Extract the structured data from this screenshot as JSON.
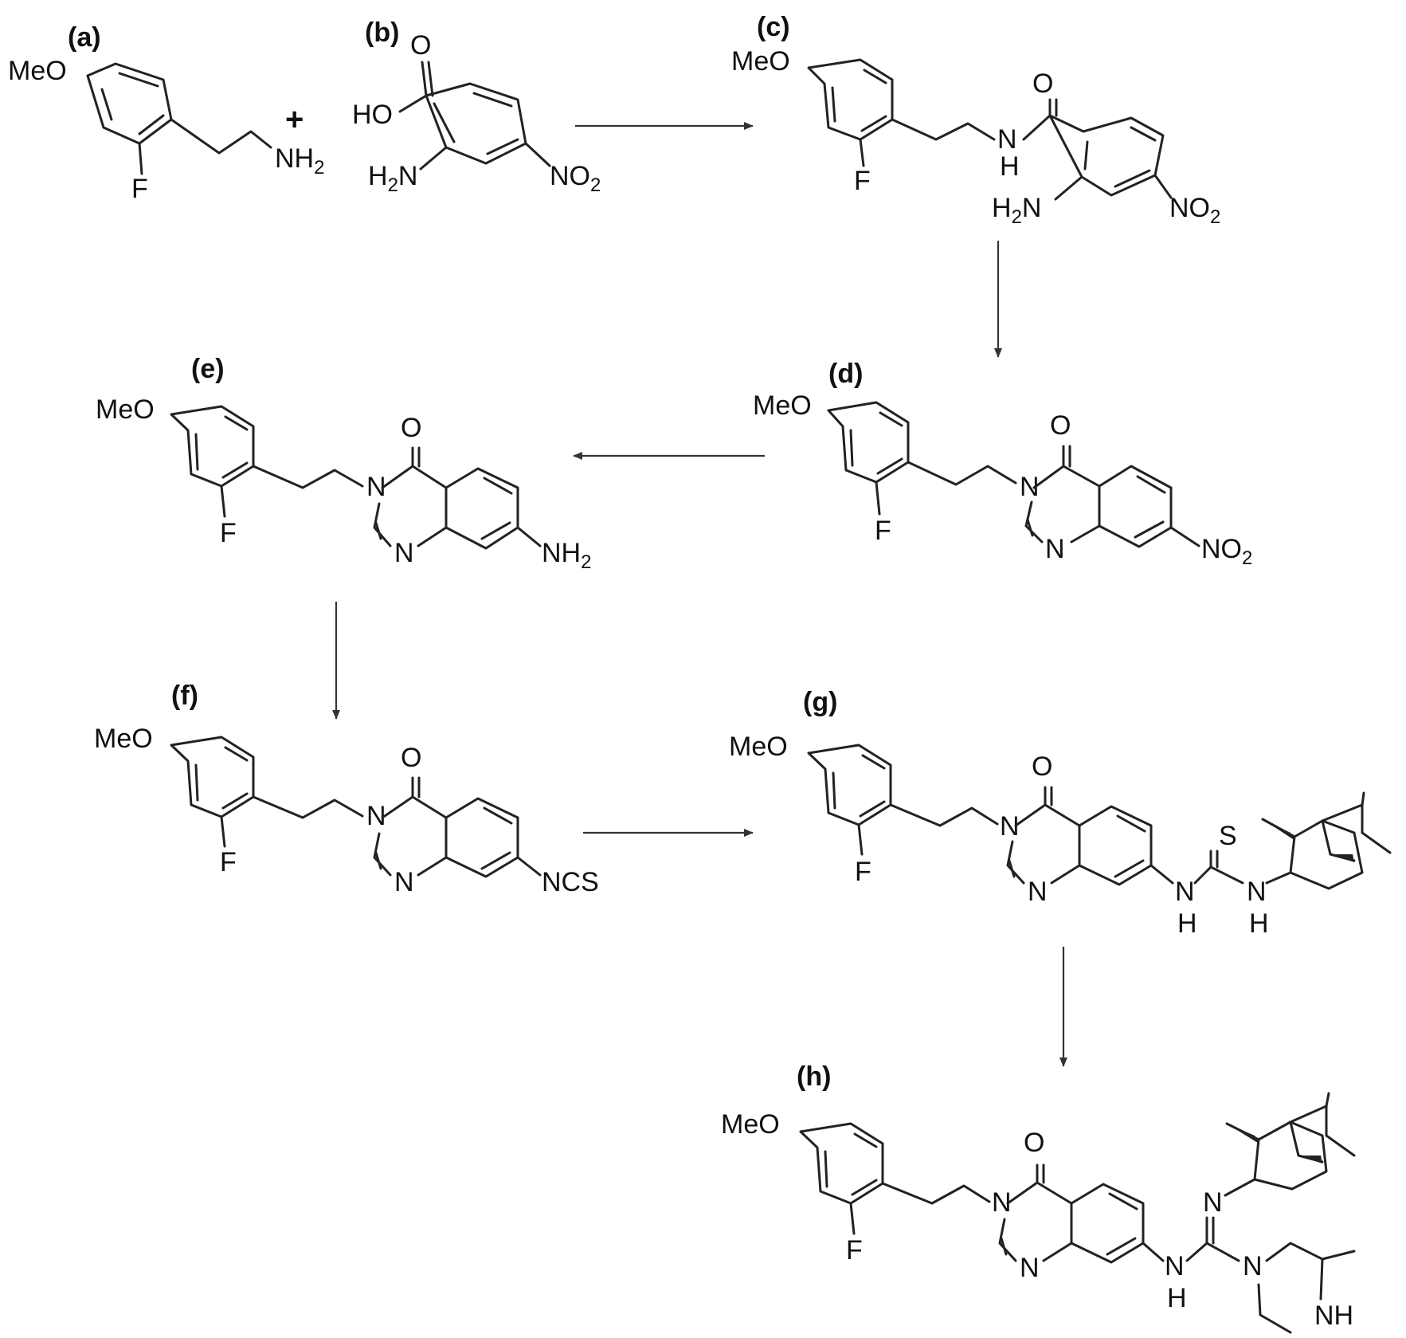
{
  "compounds": {
    "a": {
      "label": "(a)",
      "atoms": {
        "meo": "MeO",
        "f": "F",
        "amine": "NH",
        "amine_sub": "2"
      }
    },
    "b": {
      "label": "(b)",
      "atoms": {
        "ho": "HO",
        "o": "O",
        "h2n_h": "H",
        "h2n_sub": "2",
        "h2n_n": "N",
        "no2": "NO",
        "no2_sub": "2"
      }
    },
    "c": {
      "label": "(c)",
      "atoms": {
        "meo": "MeO",
        "f": "F",
        "n": "N",
        "h": "H",
        "o": "O",
        "h2n_h": "H",
        "h2n_sub": "2",
        "h2n_n": "N",
        "no2": "NO",
        "no2_sub": "2"
      }
    },
    "d": {
      "label": "(d)",
      "atoms": {
        "meo": "MeO",
        "f": "F",
        "n3": "N",
        "n1": "N",
        "o": "O",
        "no2": "NO",
        "no2_sub": "2"
      }
    },
    "e": {
      "label": "(e)",
      "atoms": {
        "meo": "MeO",
        "f": "F",
        "n3": "N",
        "n1": "N",
        "o": "O",
        "nh2": "NH",
        "nh2_sub": "2"
      }
    },
    "f": {
      "label": "(f)",
      "atoms": {
        "meo": "MeO",
        "f": "F",
        "n3": "N",
        "n1": "N",
        "o": "O",
        "ncs": "NCS"
      }
    },
    "g": {
      "label": "(g)",
      "atoms": {
        "meo": "MeO",
        "f": "F",
        "n3": "N",
        "n1": "N",
        "o": "O",
        "s": "S",
        "nh_a_n": "N",
        "nh_a_h": "H",
        "nh_b_n": "N",
        "nh_b_h": "H"
      }
    },
    "h": {
      "label": "(h)",
      "atoms": {
        "meo": "MeO",
        "f": "F",
        "n3": "N",
        "n1": "N",
        "o": "O",
        "imine_n": "N",
        "nh_n": "N",
        "nh_h": "H",
        "pip_n": "N",
        "pip_nh": "NH"
      }
    }
  },
  "plus_sign": "+",
  "arrows": [
    {
      "from": "a+b",
      "to": "c"
    },
    {
      "from": "c",
      "to": "d"
    },
    {
      "from": "d",
      "to": "e"
    },
    {
      "from": "e",
      "to": "f"
    },
    {
      "from": "f",
      "to": "g"
    },
    {
      "from": "g",
      "to": "h"
    }
  ]
}
